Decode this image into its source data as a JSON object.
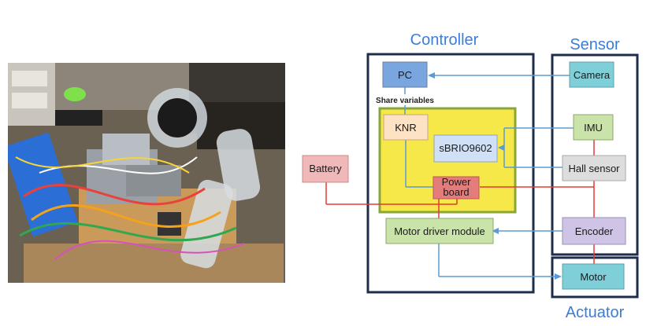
{
  "diagram": {
    "sections": {
      "controller": "Controller",
      "sensor": "Sensor",
      "actuator": "Actuator"
    },
    "blocks": {
      "pc": "PC",
      "knr": "KNR",
      "sbrio": "sBRIO9602",
      "power_board_line1": "Power",
      "power_board_line2": "board",
      "motor_driver": "Motor driver module",
      "camera": "Camera",
      "imu": "IMU",
      "hall_sensor": "Hall sensor",
      "encoder": "Encoder",
      "motor": "Motor",
      "battery": "Battery"
    },
    "labels": {
      "share_variables": "Share variables"
    },
    "colors": {
      "data_line": "#5b9bd5",
      "power_line": "#e53935",
      "frame": "#1f2d4d",
      "title": "#3b7dd8",
      "pc_fill": "#7aa6e0",
      "knr_fill": "#fde2c4",
      "sbrio_fill": "#cfe0f7",
      "power_fill": "#e57c7c",
      "driver_fill": "#c9e3a9",
      "camera_fill": "#7fcfd8",
      "imu_fill": "#c9e3a9",
      "hall_fill": "#dddddd",
      "encoder_fill": "#cfc3e6",
      "motor_fill": "#7fcfd8",
      "battery_fill": "#f0b8b8",
      "inner_yellow": "#f7e84a",
      "inner_border": "#8aa63a"
    }
  }
}
